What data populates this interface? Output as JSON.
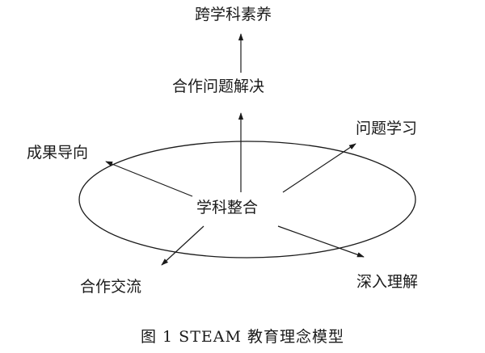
{
  "nodes": {
    "top": "跨学科素养",
    "upper": "合作问题解决",
    "center": "学科整合",
    "top_right": "问题学习",
    "left": "成果导向",
    "bottom_left": "合作交流",
    "bottom_right": "深入理解"
  },
  "caption": "图 1  STEAM 教育理念模型"
}
